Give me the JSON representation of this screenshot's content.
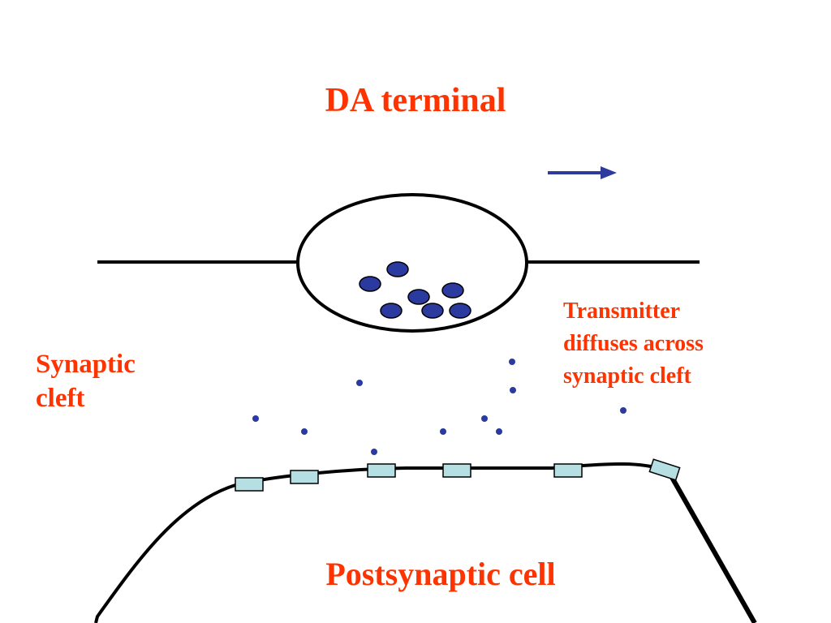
{
  "title": "DA terminal",
  "synaptic_cleft": {
    "line1": "Synaptic",
    "line2": "cleft"
  },
  "transmitter_note": {
    "line1": "Transmitter",
    "line2": "diffuses across",
    "line3": "synaptic cleft"
  },
  "postsynaptic_label": "Postsynaptic cell",
  "colors": {
    "label_red": "#ff3300",
    "vesicle_blue": "#2b3a9e",
    "arrow_blue": "#2e3a9c",
    "receptor_fill": "#b5dfe2",
    "outline": "#000000"
  }
}
